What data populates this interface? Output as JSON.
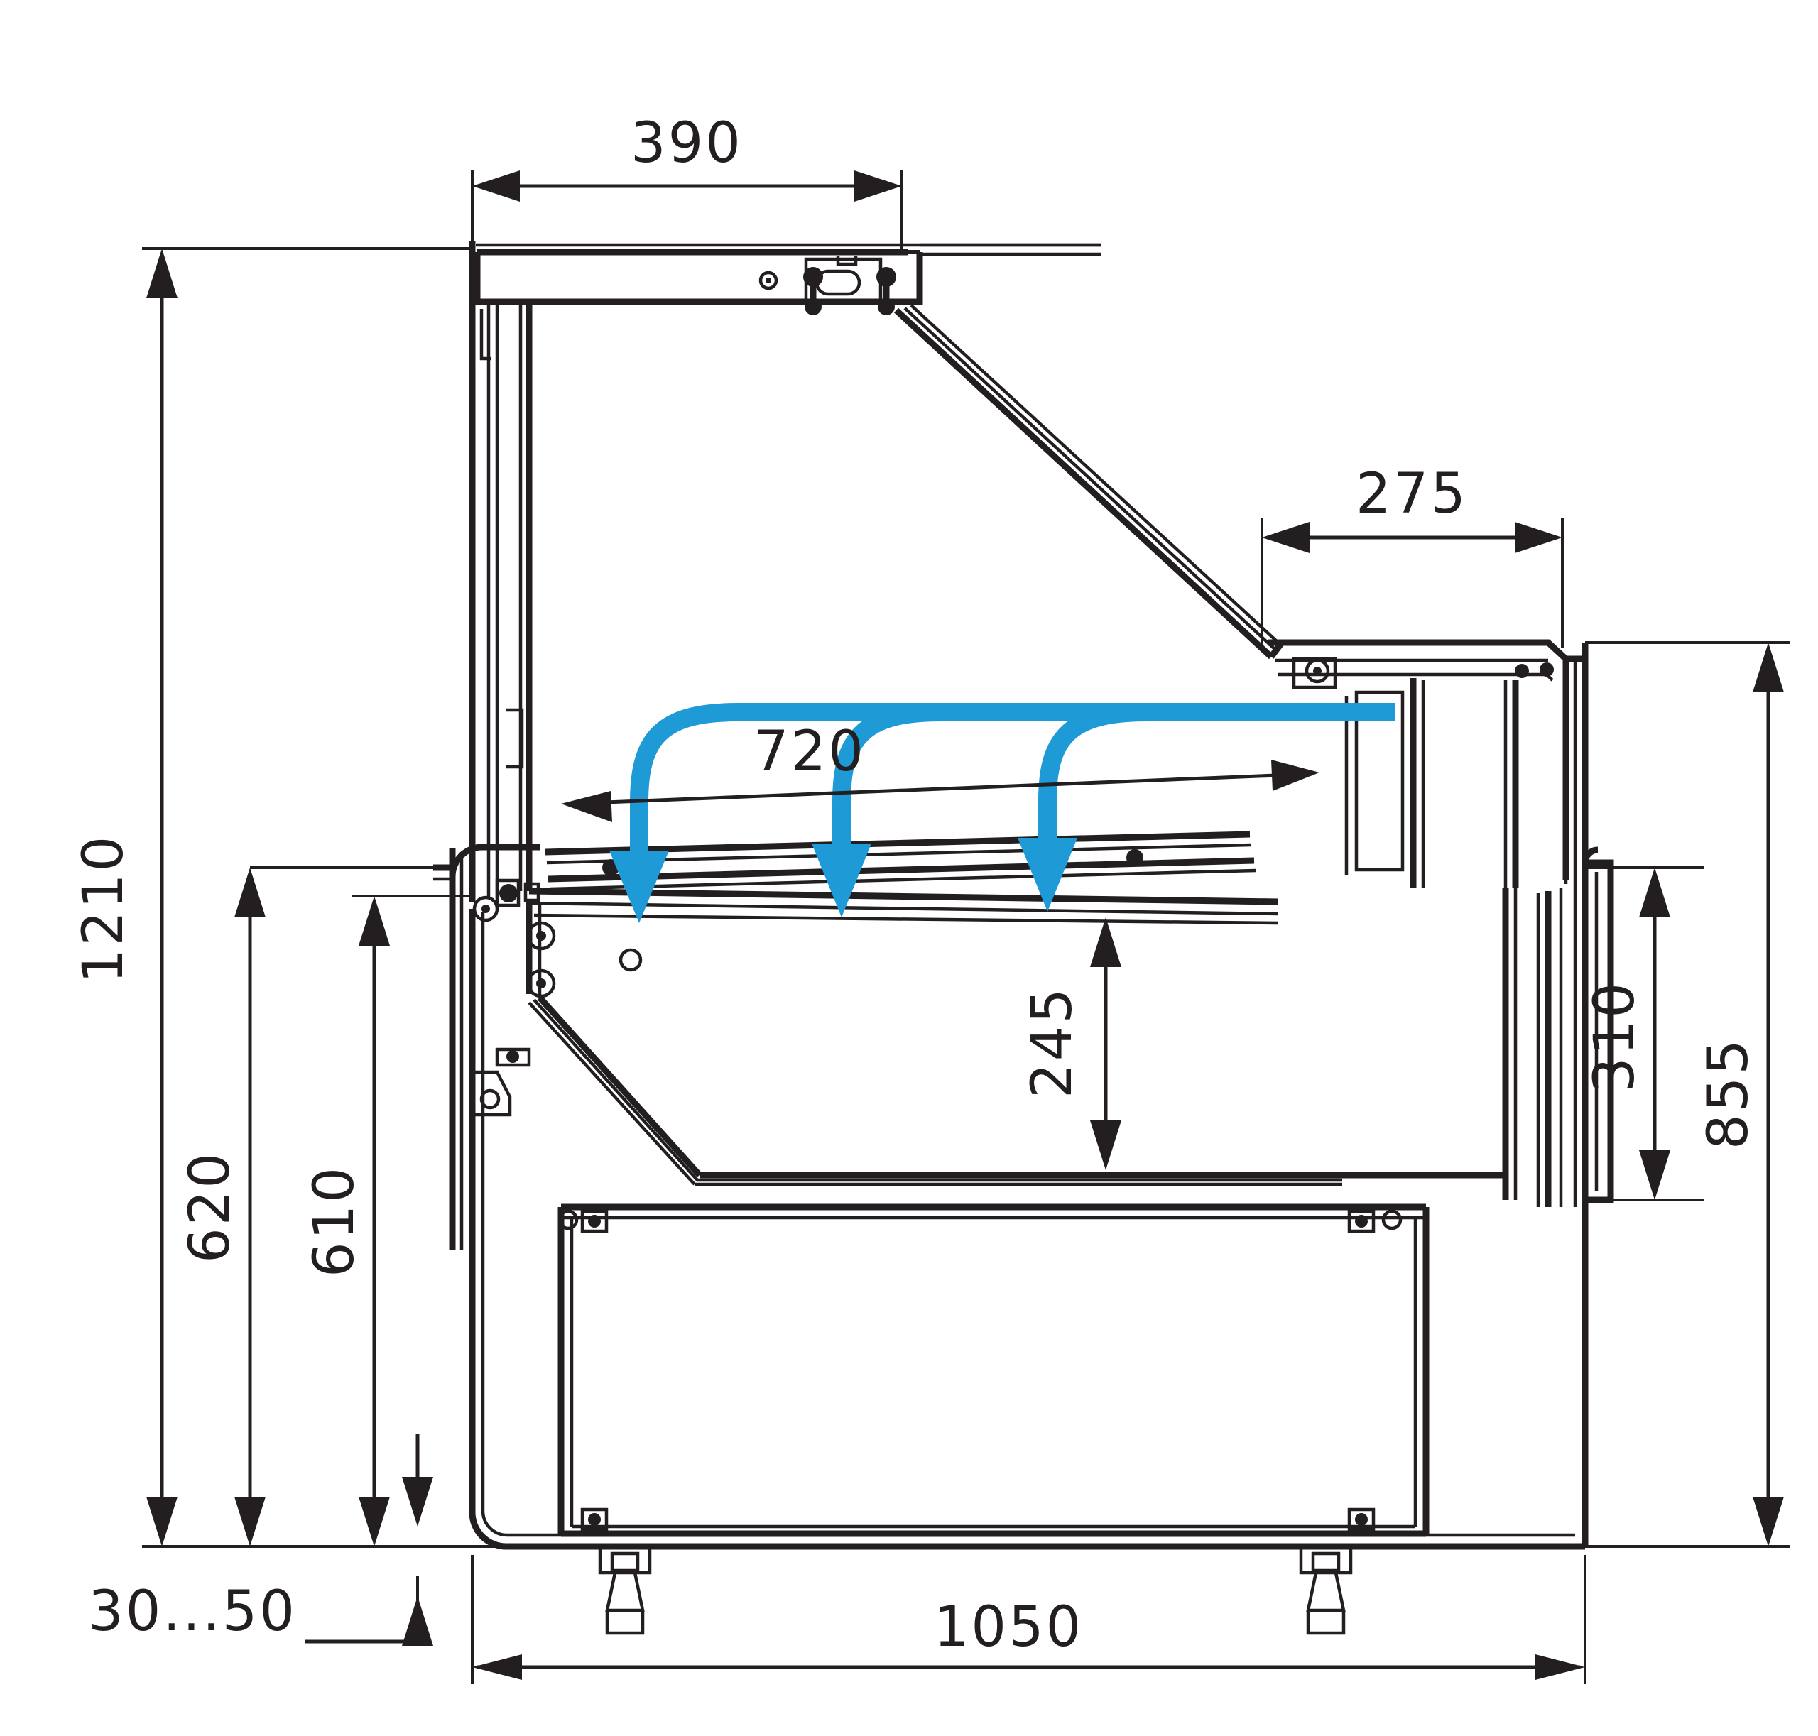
{
  "drawing": {
    "title": "Refrigerated serve-over display case — side sectional view",
    "units": "mm",
    "line_color": "#231f20",
    "airflow_color": "#1e9ad6",
    "background_color": "#ffffff"
  },
  "dimensions": {
    "canopy_depth": {
      "label": "390",
      "orientation": "horizontal",
      "position": "top"
    },
    "rear_module_depth": {
      "label": "275",
      "orientation": "horizontal",
      "position": "upper-right"
    },
    "display_opening_depth": {
      "label": "720",
      "orientation": "horizontal",
      "position": "middle"
    },
    "overall_height": {
      "label": "1210",
      "orientation": "vertical",
      "position": "far-left"
    },
    "worktop_height": {
      "label": "620",
      "orientation": "vertical",
      "position": "left-inner"
    },
    "deck_height": {
      "label": "610",
      "orientation": "vertical",
      "position": "left-inner-2"
    },
    "product_clearance": {
      "label": "245",
      "orientation": "vertical",
      "position": "center"
    },
    "rear_panel_height": {
      "label": "310",
      "orientation": "vertical",
      "position": "right-inner"
    },
    "rear_overall_height": {
      "label": "855",
      "orientation": "vertical",
      "position": "far-right"
    },
    "leg_adjust_range": {
      "label": "30...50",
      "orientation": "horizontal",
      "position": "bottom-left"
    },
    "overall_depth": {
      "label": "1050",
      "orientation": "horizontal",
      "position": "bottom"
    }
  },
  "annotations": {
    "airflow_arrows_count": 3,
    "airflow_description": "cold air curtain"
  }
}
